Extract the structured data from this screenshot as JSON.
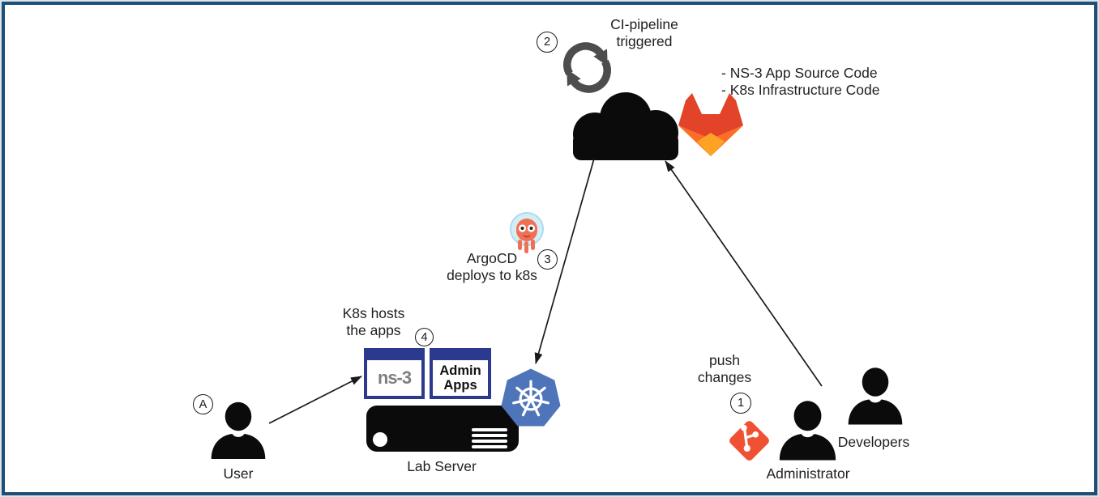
{
  "colors": {
    "frame_border": "#1d4e78",
    "ink": "#1f1f1f",
    "icon_black": "#0b0b0b",
    "box_navy": "#2c3a8e",
    "ns3_gray": "#7f7f7f",
    "k8s_blue": "#4e74b9",
    "sync_gray": "#4d4d4d",
    "gitlab_red": "#e24329",
    "gitlab_orange": "#fc6d26",
    "gitlab_yellow": "#fca326",
    "git_orange": "#f05133",
    "argo_orange": "#ef7055",
    "argo_halo": "#d6edf7"
  },
  "steps": {
    "s1": "1",
    "s2": "2",
    "s3": "3",
    "s4": "4",
    "sA": "A"
  },
  "labels": {
    "ci_line1": "CI-pipeline",
    "ci_line2": "triggered",
    "repo_line1": "- NS-3 App Source Code",
    "repo_line2": "- K8s Infrastructure Code",
    "argo_line1": "ArgoCD",
    "argo_line2": "deploys to k8s",
    "k8s_hosts_line1": "K8s hosts",
    "k8s_hosts_line2": "the apps",
    "ns3_app": "ns-3",
    "admin_line1": "Admin",
    "admin_line2": "Apps",
    "lab_server": "Lab Server",
    "user": "User",
    "push_line1": "push",
    "push_line2": "changes",
    "administrator": "Administrator",
    "developers": "Developers"
  }
}
